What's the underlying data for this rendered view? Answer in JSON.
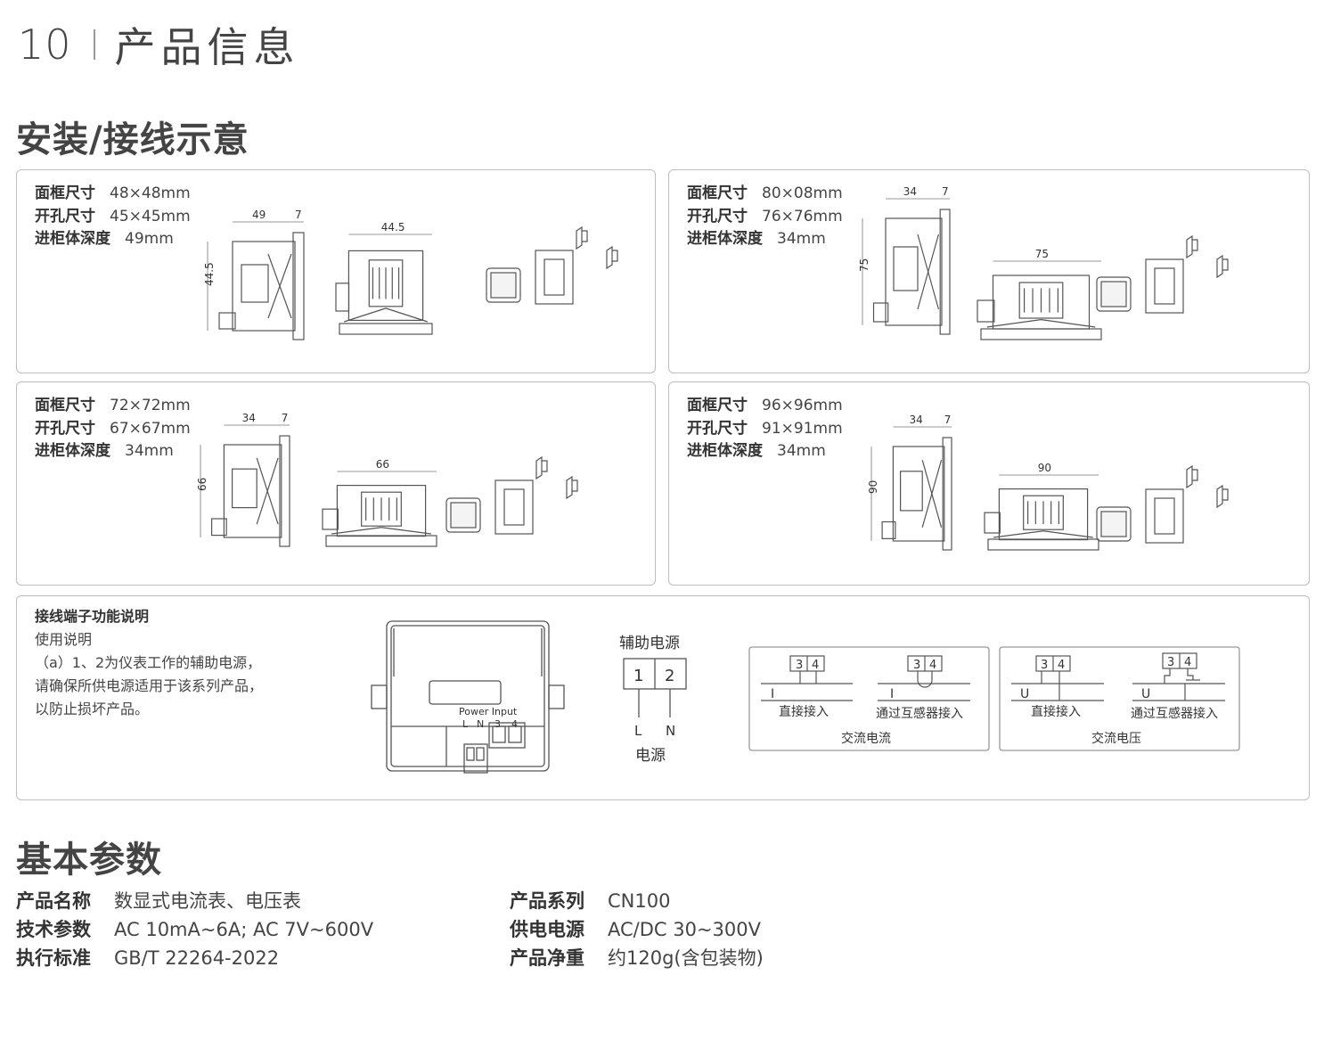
{
  "header": {
    "page_number": "10",
    "title": "产品信息"
  },
  "section_install": {
    "title": "安装/接线示意"
  },
  "panels": [
    {
      "specs": [
        {
          "label": "面框尺寸",
          "value": "48×48mm"
        },
        {
          "label": "开孔尺寸",
          "value": "45×45mm"
        },
        {
          "label": "进柜体深度",
          "value": "49mm"
        }
      ],
      "dims": {
        "depth": "49",
        "flange": "7",
        "height": "44.5",
        "width": "44.5"
      }
    },
    {
      "specs": [
        {
          "label": "面框尺寸",
          "value": "80×08mm"
        },
        {
          "label": "开孔尺寸",
          "value": "76×76mm"
        },
        {
          "label": "进柜体深度",
          "value": "34mm"
        }
      ],
      "dims": {
        "depth": "34",
        "flange": "7",
        "height": "75",
        "width": "75"
      }
    },
    {
      "specs": [
        {
          "label": "面框尺寸",
          "value": "72×72mm"
        },
        {
          "label": "开孔尺寸",
          "value": "67×67mm"
        },
        {
          "label": "进柜体深度",
          "value": "34mm"
        }
      ],
      "dims": {
        "depth": "34",
        "flange": "7",
        "height": "66",
        "width": "66"
      }
    },
    {
      "specs": [
        {
          "label": "面框尺寸",
          "value": "96×96mm"
        },
        {
          "label": "开孔尺寸",
          "value": "91×91mm"
        },
        {
          "label": "进柜体深度",
          "value": "34mm"
        }
      ],
      "dims": {
        "depth": "34",
        "flange": "7",
        "height": "90",
        "width": "90"
      }
    }
  ],
  "wiring": {
    "title": "接线端子功能说明",
    "lines": [
      "使用说明",
      "（a）1、2为仪表工作的辅助电源，",
      "请确保所供电源适用于该系列产品，",
      "以防止损坏产品。"
    ],
    "back_label": "Power Input",
    "back_terminals": [
      "L",
      "N",
      "3",
      "4"
    ],
    "aux": {
      "title": "辅助电源",
      "terminals": [
        "1",
        "2"
      ],
      "leads": [
        "L",
        "N"
      ],
      "caption": "电源"
    },
    "current": {
      "caption": "交流电流",
      "terminals": [
        "3",
        "4"
      ],
      "signal": "I",
      "direct": "直接接入",
      "via": "通过互感器接入"
    },
    "voltage": {
      "caption": "交流电压",
      "terminals": [
        "3",
        "4"
      ],
      "signal": "U",
      "direct": "直接接入",
      "via": "通过互感器接入"
    }
  },
  "section_params": {
    "title": "基本参数"
  },
  "params_left": [
    {
      "label": "产品名称",
      "value": "数显式电流表、电压表"
    },
    {
      "label": "技术参数",
      "value": "AC 10mA~6A; AC 7V~600V"
    },
    {
      "label": "执行标准",
      "value": "GB/T 22264-2022"
    }
  ],
  "params_right": [
    {
      "label": "产品系列",
      "value": "CN100"
    },
    {
      "label": "供电电源",
      "value": "AC/DC 30~300V"
    },
    {
      "label": "产品净重",
      "value": "约120g(含包装物)"
    }
  ]
}
